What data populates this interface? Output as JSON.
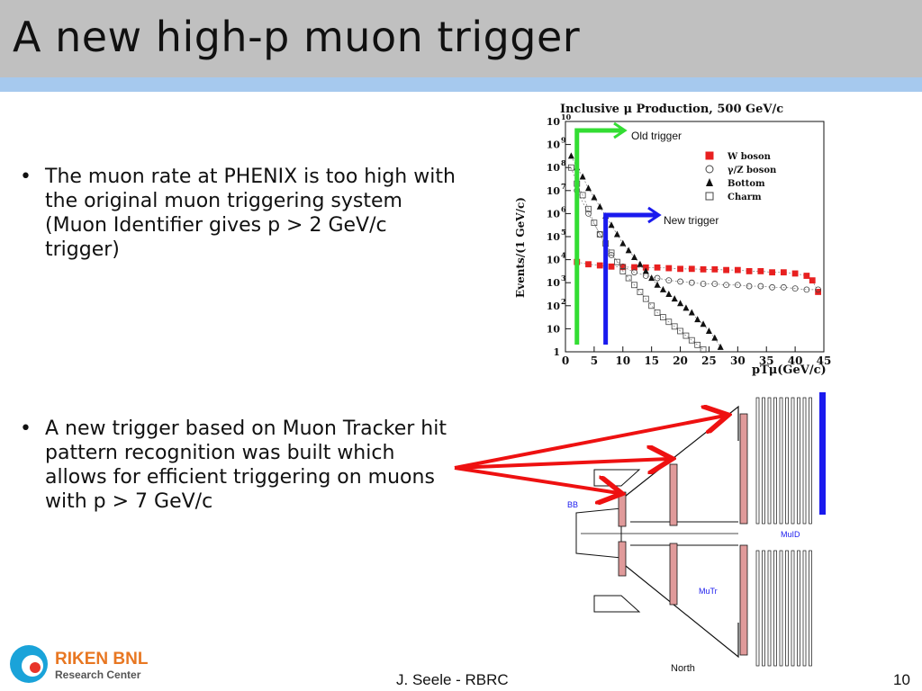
{
  "slide": {
    "title": "A new high-p muon trigger",
    "bullets": [
      "The muon rate at PHENIX is too high with the original muon triggering system (Muon Identifier gives p > 2 GeV/c trigger)",
      "A new trigger based on Muon Tracker hit pattern recognition was built which allows for efficient triggering on muons with p > 7 GeV/c"
    ],
    "footer": {
      "author": "J. Seele - RBRC",
      "page": "10"
    },
    "logo": {
      "line1": "RIKEN BNL",
      "line2": "Research Center"
    },
    "colors": {
      "title_bar": "#c0c0c0",
      "accent_bar": "#a6c9ee",
      "old_trigger": "#33dd33",
      "new_trigger": "#1a1aee",
      "pointer": "#ee1111"
    }
  },
  "plot": {
    "title": "Inclusive μ Production, 500 GeV/c",
    "ylabel": "Events/(1 GeV/c)",
    "xlabel": "pTμ(GeV/c)",
    "x_ticks": [
      "0",
      "5",
      "10",
      "15",
      "20",
      "25",
      "30",
      "35",
      "40",
      "45"
    ],
    "y_ticks": [
      "1",
      "10",
      "10",
      "10",
      "10",
      "10",
      "10",
      "10",
      "10",
      "10",
      "10"
    ],
    "y_exps": [
      "",
      "",
      "2",
      "3",
      "4",
      "5",
      "6",
      "7",
      "8",
      "9",
      "10"
    ],
    "legend": [
      "W boson",
      "γ/Z boson",
      "Bottom",
      "Charm"
    ],
    "annotations": {
      "old": "Old trigger",
      "new": "New trigger"
    },
    "x_range": [
      0,
      45
    ],
    "y_log_range": [
      0,
      10
    ],
    "old_threshold_gev": 2,
    "new_threshold_gev": 7,
    "series": {
      "w": {
        "x": [
          2,
          4,
          6,
          8,
          10,
          12,
          14,
          16,
          18,
          20,
          22,
          24,
          26,
          28,
          30,
          32,
          34,
          36,
          38,
          40,
          42,
          43,
          44
        ],
        "log": [
          3.9,
          3.8,
          3.75,
          3.7,
          3.68,
          3.67,
          3.66,
          3.66,
          3.63,
          3.6,
          3.6,
          3.58,
          3.58,
          3.55,
          3.55,
          3.5,
          3.5,
          3.45,
          3.45,
          3.4,
          3.3,
          3.1,
          2.6
        ]
      },
      "z": {
        "x": [
          2,
          4,
          6,
          8,
          10,
          12,
          14,
          16,
          18,
          20,
          22,
          24,
          26,
          28,
          30,
          32,
          34,
          36,
          38,
          40,
          42,
          44
        ],
        "log": [
          7.0,
          6.0,
          5.1,
          4.2,
          3.7,
          3.45,
          3.3,
          3.2,
          3.1,
          3.05,
          3.0,
          2.95,
          2.95,
          2.9,
          2.9,
          2.85,
          2.85,
          2.8,
          2.8,
          2.75,
          2.7,
          2.7
        ]
      },
      "bottom": {
        "x": [
          1,
          2,
          3,
          4,
          5,
          6,
          7,
          8,
          9,
          10,
          11,
          12,
          13,
          14,
          15,
          16,
          17,
          18,
          19,
          20,
          21,
          22,
          23,
          24,
          25,
          26,
          27
        ],
        "log": [
          8.5,
          8.0,
          7.6,
          7.1,
          6.7,
          6.3,
          5.9,
          5.5,
          5.1,
          4.7,
          4.4,
          4.1,
          3.8,
          3.5,
          3.2,
          2.9,
          2.7,
          2.5,
          2.3,
          2.1,
          1.9,
          1.7,
          1.4,
          1.2,
          0.9,
          0.6,
          0.2
        ]
      },
      "charm": {
        "x": [
          1,
          2,
          3,
          4,
          5,
          6,
          7,
          8,
          9,
          10,
          11,
          12,
          13,
          14,
          15,
          16,
          17,
          18,
          19,
          20,
          21,
          22,
          23,
          24
        ],
        "log": [
          8.0,
          7.3,
          6.8,
          6.2,
          5.6,
          5.1,
          4.7,
          4.3,
          3.9,
          3.5,
          3.2,
          2.9,
          2.6,
          2.3,
          2.0,
          1.7,
          1.5,
          1.3,
          1.1,
          0.9,
          0.7,
          0.5,
          0.3,
          0.1
        ]
      }
    }
  },
  "detector": {
    "labels": {
      "bb": "BB",
      "muid": "MuID",
      "mutr": "MuTr",
      "north": "North"
    }
  }
}
